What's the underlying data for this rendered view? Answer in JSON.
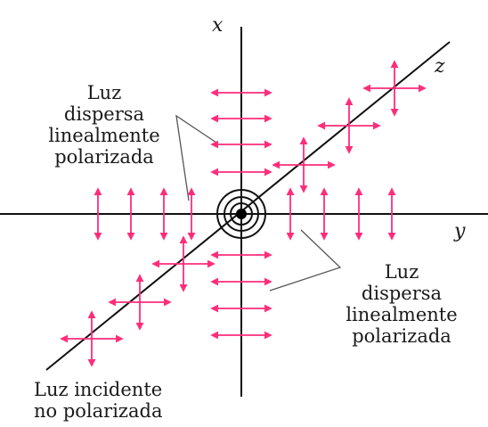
{
  "axes": {
    "x": "x",
    "y": "y",
    "z": "z"
  },
  "labels": {
    "scattered_left": [
      "Luz",
      "dispersa",
      "linealmente",
      "polarizada"
    ],
    "scattered_right": [
      "Luz",
      "dispersa",
      "linealmente",
      "polarizada"
    ],
    "incident": [
      "Luz incidente",
      "no polarizada"
    ]
  },
  "colors": {
    "arrow": "#ff2d7a",
    "line": "#111111",
    "text": "#1a1a1a"
  }
}
